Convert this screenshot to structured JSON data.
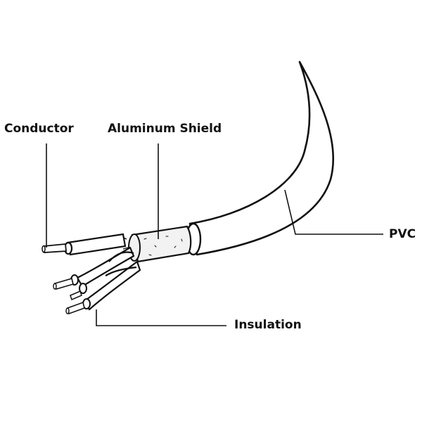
{
  "labels": {
    "conductor": "Conductor",
    "aluminum_shield": "Aluminum Shield",
    "pvc": "PVC",
    "insulation": "Insulation"
  },
  "colors": {
    "line": "#111111",
    "fill": "#ffffff",
    "shield_fill": "#f2f2f2"
  }
}
